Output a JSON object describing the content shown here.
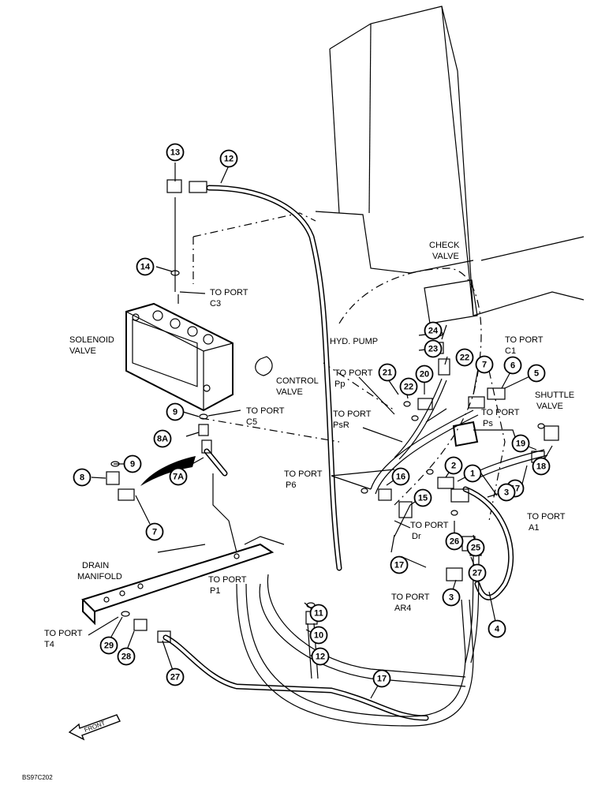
{
  "callouts": [
    "13",
    "12",
    "14",
    "9",
    "8A",
    "7A",
    "8",
    "9",
    "7",
    "29",
    "28",
    "27",
    "11",
    "10",
    "12",
    "17",
    "24",
    "23",
    "22",
    "21",
    "22",
    "20",
    "7",
    "6",
    "5",
    "19",
    "18",
    "17",
    "3",
    "2",
    "1",
    "16",
    "15",
    "26",
    "25",
    "27",
    "3",
    "4",
    "17"
  ],
  "labels": {
    "to_port_c3": "TO PORT",
    "c3": "C3",
    "solenoid_valve_1": "SOLENOID",
    "solenoid_valve_2": "VALVE",
    "control_valve_1": "CONTROL",
    "control_valve_2": "VALVE",
    "to_port_c5": "TO PORT",
    "c5": "C5",
    "check_valve_1": "CHECK",
    "check_valve_2": "VALVE",
    "to_port_c1": "TO PORT",
    "c1": "C1",
    "hyd_pump": "HYD. PUMP",
    "to_port_pp": "TO PORT",
    "pp": "Pp",
    "shuttle_valve_1": "SHUTTLE",
    "shuttle_valve_2": "VALVE",
    "to_port_psr": "TO PORT",
    "psr": "PsR",
    "to_port_ps": "TO PORT",
    "ps": "Ps",
    "to_port_p6": "TO PORT",
    "p6": "P6",
    "to_port_a1": "TO PORT",
    "a1": "A1",
    "to_port_dr": "TO PORT",
    "dr": "Dr",
    "drain_manifold_1": "DRAIN",
    "drain_manifold_2": "MANIFOLD",
    "to_port_p1": "TO PORT",
    "p1": "P1",
    "to_port_ar4": "TO PORT",
    "ar4": "AR4",
    "to_port_t4": "TO PORT",
    "t4": "T4",
    "front": "FRONT",
    "figure_code": "BS97C202"
  }
}
